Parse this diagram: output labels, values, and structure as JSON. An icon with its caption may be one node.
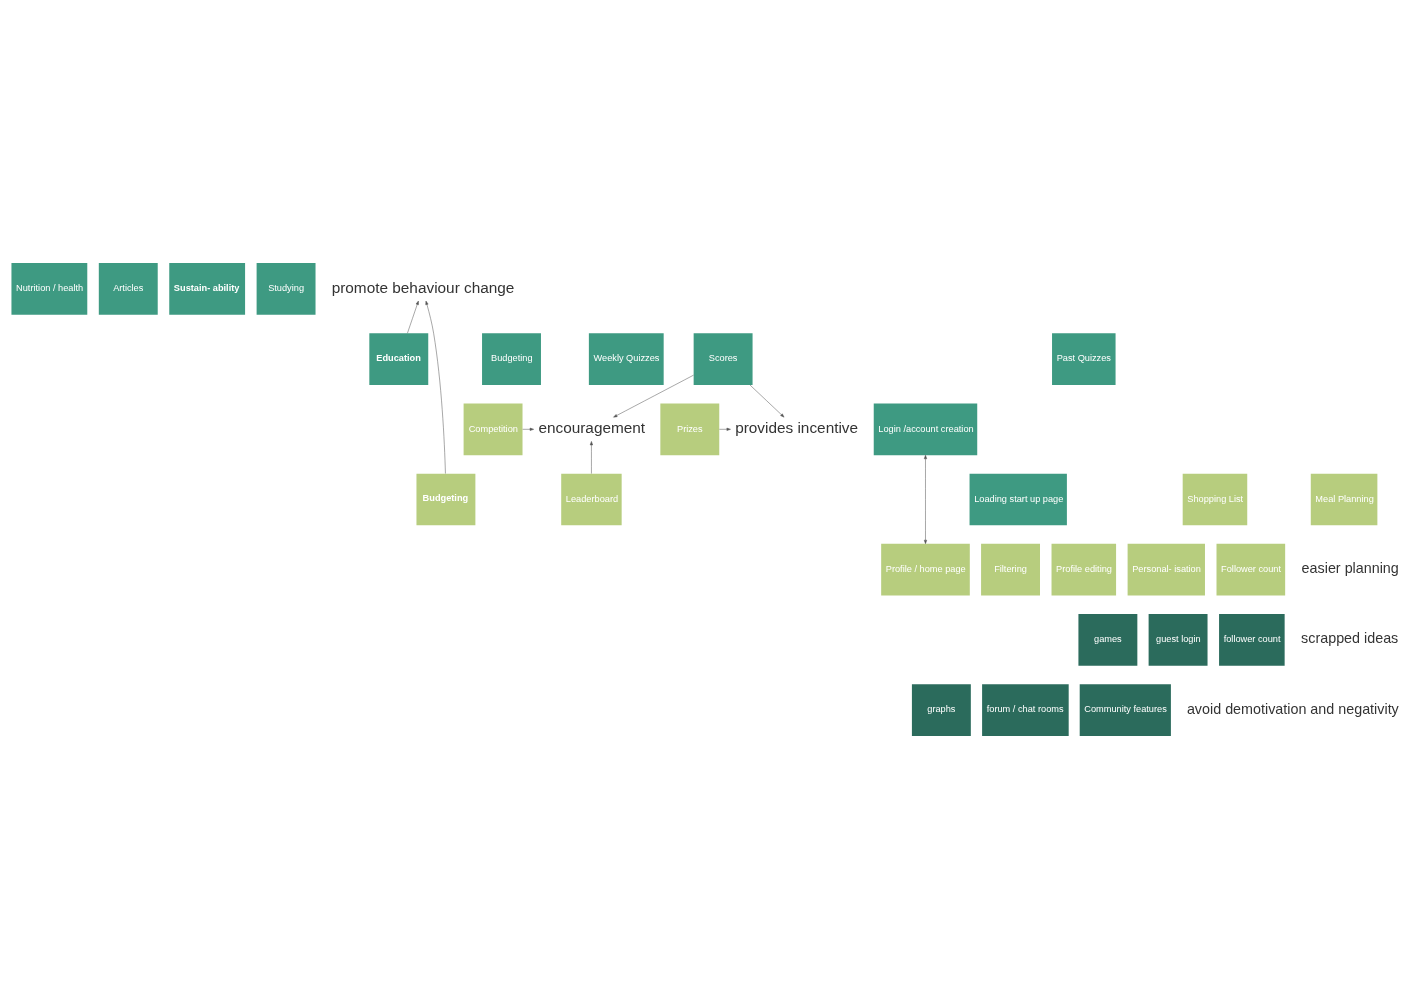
{
  "diagram": {
    "nodes": [
      {
        "text": [
          "Nutrition / health"
        ]
      },
      {
        "text": [
          "Articles"
        ]
      },
      {
        "text": [
          "Sustain- ability"
        ]
      },
      {
        "text": [
          "Studying"
        ]
      },
      {
        "text": [
          "Education"
        ]
      },
      {
        "text": [
          "Budgeting"
        ]
      },
      {
        "text": [
          "Weekly Quizzes"
        ]
      },
      {
        "text": [
          "Scores"
        ]
      },
      {
        "text": [
          "Past Quizzes"
        ]
      },
      {
        "text": [
          "promote behaviour change"
        ]
      },
      {
        "text": [
          "encouragement"
        ]
      },
      {
        "text": [
          "provides incentive"
        ]
      },
      {
        "text": [
          "Competition"
        ]
      },
      {
        "text": [
          "Login /account creation"
        ]
      },
      {
        "text": [
          "Loading start up page"
        ]
      },
      {
        "text": [
          "Prizes"
        ]
      },
      {
        "text": [
          "Leaderboard"
        ]
      },
      {
        "text": [
          "Budgeting"
        ]
      },
      {
        "text": [
          "Profile / home page"
        ]
      },
      {
        "text": [
          "Filtering"
        ]
      },
      {
        "text": [
          "Profile editing"
        ]
      },
      {
        "text": [
          "Personal- isation"
        ]
      },
      {
        "text": [
          "Follower count"
        ]
      },
      {
        "text": [
          "Shopping List"
        ]
      },
      {
        "text": [
          "Meal Planning"
        ]
      },
      {
        "text": [
          "games"
        ]
      },
      {
        "text": [
          "guest login"
        ]
      },
      {
        "text": [
          "follower count"
        ]
      },
      {
        "text": [
          "graphs"
        ]
      },
      {
        "text": [
          "forum / chat rooms"
        ]
      },
      {
        "text": [
          "Community features"
        ]
      }
    ],
    "edges": [
      {
        "from": 4,
        "to": 9,
        "arrow": "to"
      },
      {
        "from": 7,
        "to": 10,
        "arrow": "to"
      },
      {
        "from": 7,
        "to": 11,
        "arrow": "to"
      },
      {
        "from": 15,
        "to": 11,
        "arrow": "to"
      },
      {
        "from": 12,
        "to": 10,
        "arrow": "to"
      },
      {
        "from": 16,
        "to": 10,
        "arrow": "to"
      },
      {
        "from": 17,
        "to": 9,
        "arrow": "to"
      },
      {
        "from": 18,
        "to": 13,
        "arrow": "both"
      }
    ],
    "labels": [
      "scrapped ideas",
      "easier planning",
      "avoid demotivation and negativity"
    ]
  }
}
